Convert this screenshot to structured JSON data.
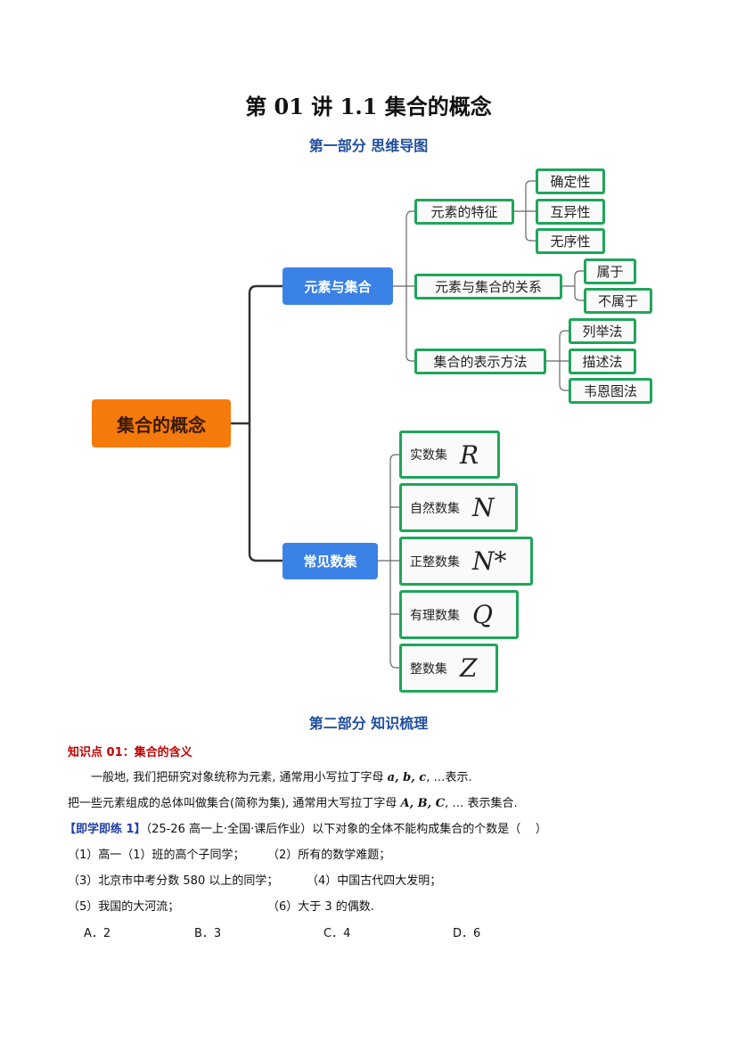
{
  "title": "第 01 讲  1.1 集合的概念",
  "part1": "第一部分  思维导图",
  "mindmap": {
    "root": "集合的概念",
    "branch1": {
      "label": "元素与集合",
      "children": [
        {
          "label": "元素的特征",
          "leaves": [
            "确定性",
            "互异性",
            "无序性"
          ]
        },
        {
          "label": "元素与集合的关系",
          "leaves": [
            "属于",
            "不属于"
          ]
        },
        {
          "label": "集合的表示方法",
          "leaves": [
            "列举法",
            "描述法",
            "韦恩图法"
          ]
        }
      ]
    },
    "branch2": {
      "label": "常见数集",
      "children": [
        {
          "label": "实数集",
          "symbol": "R"
        },
        {
          "label": "自然数集",
          "symbol": "N"
        },
        {
          "label": "正整数集",
          "symbol": "N*"
        },
        {
          "label": "有理数集",
          "symbol": "Q"
        },
        {
          "label": "整数集",
          "symbol": "Z"
        }
      ]
    }
  },
  "part2": "第二部分  知识梳理",
  "kp1": {
    "heading": "知识点 01：集合的含义",
    "line1": "一般地, 我们把研究对象统称为元素, 通常用小写拉丁字母 ",
    "line1_vars": "a, b, c",
    "line1_end": ", …表示.",
    "line2": "把一些元素组成的总体叫做集合(简称为集), 通常用大写拉丁字母 ",
    "line2_vars": "A, B, C",
    "line2_end": ", … 表示集合."
  },
  "exercise": {
    "tag": "【即学即练 1】",
    "question": "（25-26 高一上·全国·课后作业）以下对象的全体不能构成集合的个数是（    ）",
    "items": [
      "（1）高一（1）班的高个子同学；",
      "（2）所有的数学难题；",
      "（3）北京市中考分数 580 以上的同学；",
      "（4）中国古代四大发明；",
      "（5）我国的大河流；",
      "（6）大于 3 的偶数."
    ],
    "options": [
      "A．2",
      "B．3",
      "C．4",
      "D．6"
    ]
  }
}
